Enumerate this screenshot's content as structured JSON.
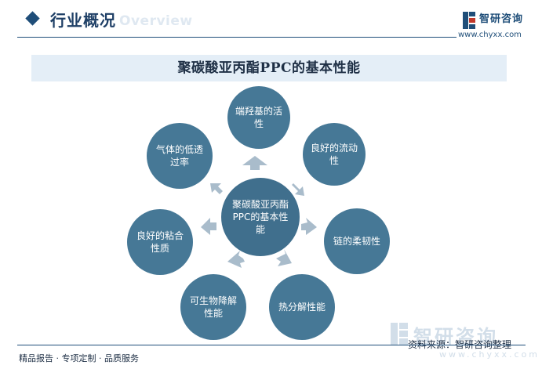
{
  "header": {
    "title": "行业概况",
    "subtitle": "Overview",
    "brand": "智研咨询",
    "url": "www.chyxx.com"
  },
  "diagram": {
    "title": "聚碳酸亚丙酯PPC的基本性能",
    "center": "聚碳酸亚丙酯PPC的基本性能",
    "properties": [
      "端羟基的活性",
      "良好的流动性",
      "链的柔韧性",
      "热分解性能",
      "可生物降解性能",
      "良好的粘合性质",
      "气体的低透过率"
    ]
  },
  "footer": {
    "tagline": "精品报告 · 专项定制 · 品质服务",
    "source": "资料来源：智研咨询整理"
  },
  "watermark": {
    "brand": "智研咨询",
    "url": "www.chyxx.com"
  },
  "colors": {
    "primary": "#1f4e79",
    "node": "#467896",
    "arrow": "#a9bccb",
    "band": "#e4eef7"
  }
}
